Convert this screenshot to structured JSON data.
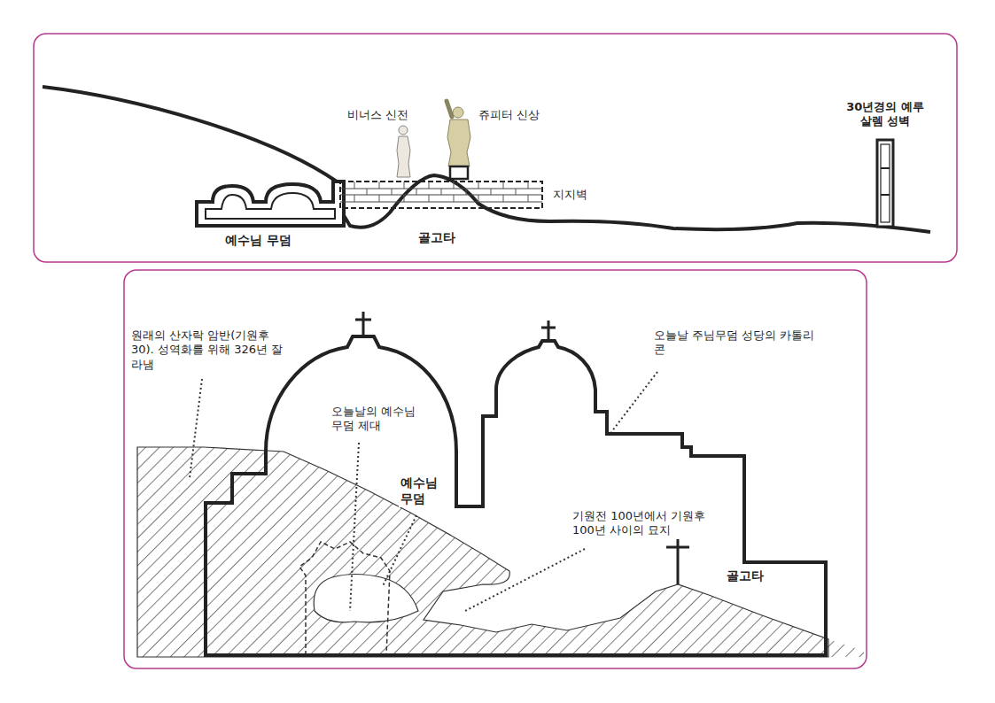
{
  "diagram": {
    "labels": [
      "비너스 신전",
      "쥬피터 신상",
      "30년경의 예루살렘 성벽",
      "지지벽",
      "예수님 무덤",
      "골고타",
      "원래의 산자락 암반(기원후 30). 성역화를 위해 326년 잘라냄",
      "오늘날 주님무덤 성당의 카톨리콘",
      "오늘날의 예수님 무덤 제대",
      "예수님 무덤",
      "기원전 100년에서 기원후 100년 사이의 묘지",
      "골고타"
    ]
  }
}
